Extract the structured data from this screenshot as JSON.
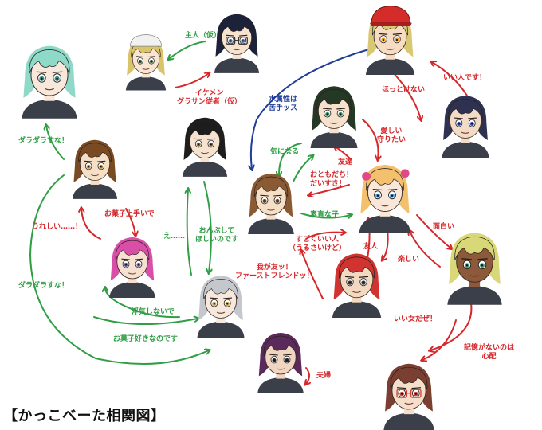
{
  "title": "【かっこべーた相関図】",
  "colors": {
    "friendly": "#2f9e44",
    "affection": "#d6282b",
    "neutral": "#1f3d99"
  },
  "characters": [
    {
      "id": "maid",
      "hair": "#d9c46a",
      "skin": "#f8e6d2",
      "eyes": "#3d5f3a",
      "headgear": "#f1f1f1"
    },
    {
      "id": "glasses-boy",
      "hair": "#1c2238",
      "skin": "#f5e2cf",
      "eyes": "#4a6fb5",
      "glasses": true
    },
    {
      "id": "cap-boy",
      "hair": "#d8c873",
      "skin": "#f5dcc3",
      "eyes": "#f0a020",
      "cap": "#d42b2b"
    },
    {
      "id": "aqua-girl",
      "hair": "#8fd9c9",
      "skin": "#f8e8dc",
      "eyes": "#3b8c84"
    },
    {
      "id": "brown-boy",
      "hair": "#7a4a22",
      "skin": "#f5dfc6",
      "eyes": "#c08a1a"
    },
    {
      "id": "black-hair-boy",
      "hair": "#1d1d1d",
      "skin": "#f6e3cf",
      "eyes": "#8a6a2a"
    },
    {
      "id": "braid-girl",
      "hair": "#253826",
      "skin": "#f5e1cc",
      "eyes": "#2f8a58"
    },
    {
      "id": "dark-boy",
      "hair": "#2e3150",
      "skin": "#f3dcc7",
      "eyes": "#3c58b8"
    },
    {
      "id": "protagonist",
      "hair": "#8a5a33",
      "skin": "#f5dfc6",
      "eyes": "#6a4a2a"
    },
    {
      "id": "blonde-girl",
      "hair": "#f3c06d",
      "skin": "#f9e8da",
      "eyes": "#4a9ad9",
      "accessory": "#e24787"
    },
    {
      "id": "pink-girl",
      "hair": "#d94fa8",
      "skin": "#f6e1d1",
      "eyes": "#6b5fa6"
    },
    {
      "id": "silver-girl",
      "hair": "#c4c7cc",
      "skin": "#f6e8dd",
      "eyes": "#d0a23b"
    },
    {
      "id": "red-boy",
      "hair": "#d13430",
      "skin": "#f4d9c1",
      "eyes": "#3a3a3a"
    },
    {
      "id": "tan-girl",
      "hair": "#d8d878",
      "skin": "#8c5a3a",
      "eyes": "#4aa884"
    },
    {
      "id": "purple-boy",
      "hair": "#5a2a5a",
      "skin": "#f0d6c0",
      "eyes": "#2a2a2a"
    },
    {
      "id": "goggles-girl",
      "hair": "#7a3f30",
      "skin": "#f6dfca",
      "eyes": "#d0423a",
      "glasses": true
    }
  ],
  "labels": {
    "master": "主人（仮）",
    "servant": "イケメン\nグラサン従者（仮）",
    "water": "水属性は\n苦手ッス",
    "leave_alone": "ほっとけない",
    "good_person": "いい人です！",
    "lazy1": "ダラダラすな！",
    "lazy2": "ダラダラすな！",
    "curious": "気になる",
    "love_protect": "愛しい\n守りたい",
    "friend1": "友達",
    "friends_love": "おともだち！\nだいすき！",
    "honest": "素直な子",
    "snack_good": "お菓子上手いで",
    "happy": "うれしい……！",
    "piggyback": "おんぶして\nほしいのです",
    "eh": "え……",
    "great_person": "すごくいい人\n（うるさいけど）",
    "friend2": "友人",
    "interesting": "面白い",
    "fun": "楽しい",
    "first_friend": "我が友ッ！\nファーストフレンドッ！",
    "no_cheating": "浮気しないで",
    "snack_love": "お菓子好きなのです",
    "good_woman": "いい女だぜ！",
    "memory": "記憶がないのは\n心配",
    "couple": "夫婦"
  }
}
